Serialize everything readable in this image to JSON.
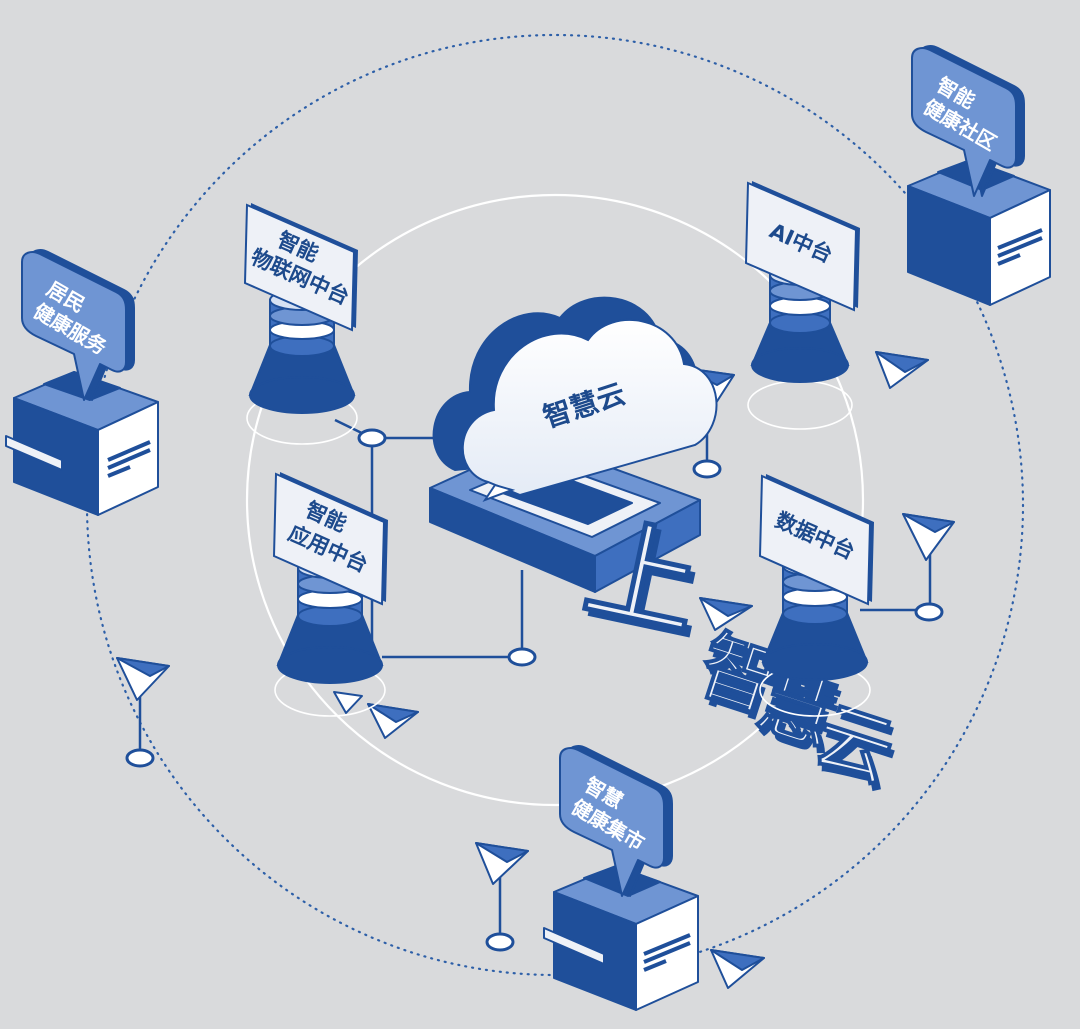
{
  "center": {
    "label": "智慧云"
  },
  "slogan": {
    "prefix": "上",
    "chars": [
      "智",
      "慧",
      "云"
    ]
  },
  "platforms": [
    {
      "key": "iot",
      "lines": [
        "智能",
        "物联网中台"
      ]
    },
    {
      "key": "ai",
      "lines": [
        "AI中台"
      ]
    },
    {
      "key": "app",
      "lines": [
        "智能",
        "应用中台"
      ]
    },
    {
      "key": "data",
      "lines": [
        "数据中台"
      ]
    }
  ],
  "endpoints": [
    {
      "key": "resident",
      "lines": [
        "居民",
        "健康服务"
      ]
    },
    {
      "key": "community",
      "lines": [
        "智能",
        "健康社区"
      ]
    },
    {
      "key": "market",
      "lines": [
        "智慧",
        "健康集市"
      ]
    }
  ],
  "colors": {
    "dark_blue": "#1f4f9a",
    "mid_blue": "#3e6fbf",
    "light_blue": "#6f95d3",
    "label_bg": "#eef1f7",
    "background": "#d9dadc"
  }
}
